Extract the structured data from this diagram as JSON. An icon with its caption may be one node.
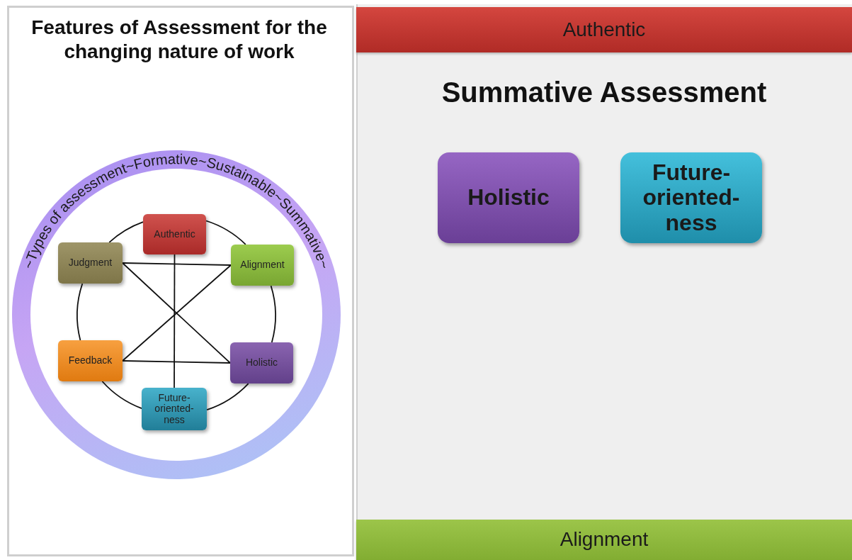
{
  "diagram": {
    "title": "Features of Assessment for the changing nature of work",
    "nodes": [
      {
        "text": [
          "~Types of assessment~Formative~Sustainable~Summative~"
        ]
      },
      {
        "text": [
          "Authentic"
        ],
        "in": 0
      },
      {
        "text": [
          "Judgment"
        ],
        "in": 0
      },
      {
        "text": [
          "Alignment"
        ],
        "in": 0
      },
      {
        "text": [
          "Feedback"
        ],
        "in": 0
      },
      {
        "text": [
          "Holistic"
        ],
        "in": 0
      },
      {
        "text": [
          "Future- oriented- ness"
        ],
        "in": 0
      },
      {
        "text": [
          "Authentic"
        ]
      },
      {
        "text": [
          "Holistic"
        ]
      },
      {
        "text": [
          "Future- oriented- ness"
        ]
      },
      {
        "text": [
          "Alignment"
        ]
      }
    ],
    "edges": [
      {
        "from": 1,
        "to": 3,
        "arrow": "none"
      },
      {
        "from": 3,
        "to": 5,
        "arrow": "none"
      },
      {
        "from": 5,
        "to": 6,
        "arrow": "none"
      },
      {
        "from": 6,
        "to": 4,
        "arrow": "none"
      },
      {
        "from": 4,
        "to": 2,
        "arrow": "none"
      },
      {
        "from": 2,
        "to": 1,
        "arrow": "none"
      },
      {
        "from": 1,
        "to": 6,
        "arrow": "none"
      },
      {
        "from": 2,
        "to": 3,
        "arrow": "none"
      },
      {
        "from": 4,
        "to": 5,
        "arrow": "none"
      },
      {
        "from": 2,
        "to": 5,
        "arrow": "none"
      },
      {
        "from": 3,
        "to": 4,
        "arrow": "none"
      }
    ],
    "labels": [
      "Summative Assessment"
    ]
  }
}
